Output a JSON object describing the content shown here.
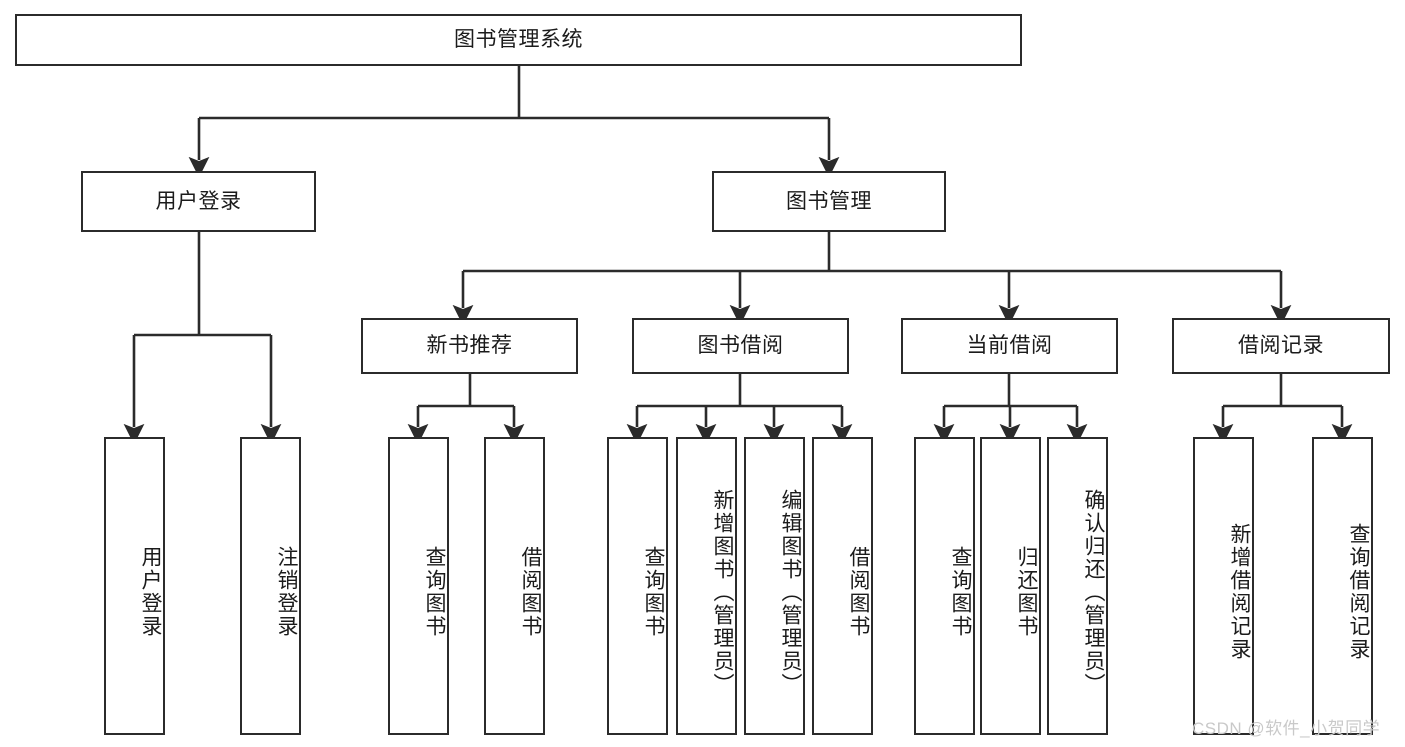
{
  "diagram": {
    "type": "tree-hierarchy",
    "title": "图书管理系统",
    "root": {
      "label": "图书管理系统",
      "children": [
        {
          "label": "用户登录",
          "children": [
            {
              "label": "用户登录"
            },
            {
              "label": "注销登录"
            }
          ]
        },
        {
          "label": "图书管理",
          "children": [
            {
              "label": "新书推荐",
              "children": [
                {
                  "label": "查询图书"
                },
                {
                  "label": "借阅图书"
                }
              ]
            },
            {
              "label": "图书借阅",
              "children": [
                {
                  "label": "查询图书"
                },
                {
                  "label": "新增图书（管理员）"
                },
                {
                  "label": "编辑图书（管理员）"
                },
                {
                  "label": "借阅图书"
                }
              ]
            },
            {
              "label": "当前借阅",
              "children": [
                {
                  "label": "查询图书"
                },
                {
                  "label": "归还图书"
                },
                {
                  "label": "确认归还（管理员）"
                }
              ]
            },
            {
              "label": "借阅记录",
              "children": [
                {
                  "label": "新增借阅记录"
                },
                {
                  "label": "查询借阅记录"
                }
              ]
            }
          ]
        }
      ]
    },
    "nodes": {
      "root": "图书管理系统",
      "user_login": "用户登录",
      "book_manage": "图书管理",
      "new_book_rec": "新书推荐",
      "book_borrow": "图书借阅",
      "current_borrow": "当前借阅",
      "borrow_record": "借阅记录",
      "leaf_user_login": "用户登录",
      "leaf_logout": "注销登录",
      "leaf_rec_query": "查询图书",
      "leaf_rec_borrow": "借阅图书",
      "leaf_borrow_query": "查询图书",
      "leaf_borrow_add": "新增图书（管理员）",
      "leaf_borrow_edit": "编辑图书（管理员）",
      "leaf_borrow_do": "借阅图书",
      "leaf_cur_query": "查询图书",
      "leaf_cur_return": "归还图书",
      "leaf_cur_confirm": "确认归还（管理员）",
      "leaf_rec_add": "新增借阅记录",
      "leaf_rec_query2": "查询借阅记录"
    },
    "colors": {
      "line": "#2b2b2b",
      "box_border": "#2b2b2b",
      "box_fill": "#ffffff",
      "text": "#1b1b1b",
      "watermark": "#c9c9c9",
      "background": "#ffffff"
    }
  },
  "watermark": {
    "text": "CSDN @软件_小贺同学"
  }
}
